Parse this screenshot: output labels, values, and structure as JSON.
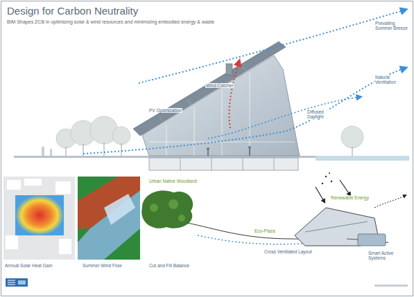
{
  "diagram": {
    "title": "Design for Carbon Neutrality",
    "labels": [
      "BIM Shapes ZCB in optimizing solar & wind resources and minimizing embodied energy & waste",
      "Prevailing Summer Breeze",
      "Wind Catcher",
      "Natural Ventilation",
      "PV Optimization",
      "Diffused Daylight",
      "Annual Solar Heat Gain",
      "Summer Wind Flow",
      "Urban Native Woodland",
      "Renewable Energy",
      "Eco-Plaza",
      "Cross Ventilated Layout",
      "Cut and Fill Balance",
      "Smart Active Systems"
    ]
  }
}
